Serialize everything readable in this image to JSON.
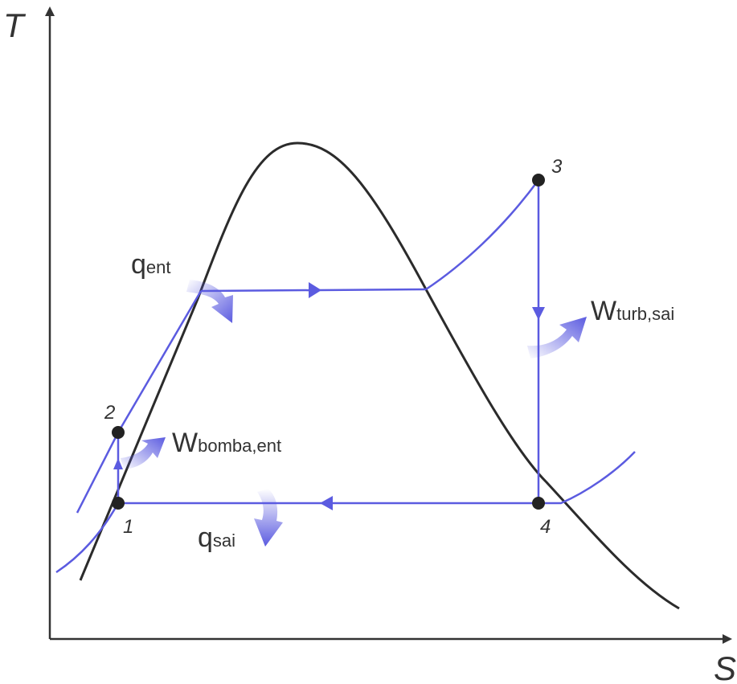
{
  "axes": {
    "y_label": "T",
    "x_label": "S"
  },
  "states": [
    {
      "id": "state-1",
      "label": "1"
    },
    {
      "id": "state-2",
      "label": "2"
    },
    {
      "id": "state-3",
      "label": "3"
    },
    {
      "id": "state-4",
      "label": "4"
    }
  ],
  "energy": {
    "q_in": {
      "main": "q",
      "sub": "ent"
    },
    "q_out": {
      "main": "q",
      "sub": "sai"
    },
    "w_pump": {
      "main": "W",
      "sub": "bomba,ent"
    },
    "w_turb": {
      "main": "W",
      "sub": "turb,sai"
    }
  },
  "colors": {
    "cycle": "#5b5be0",
    "dome": "#2b2b2b",
    "axis": "#333333",
    "points": "#222222",
    "arrow_gradient": "#5b5be0"
  }
}
